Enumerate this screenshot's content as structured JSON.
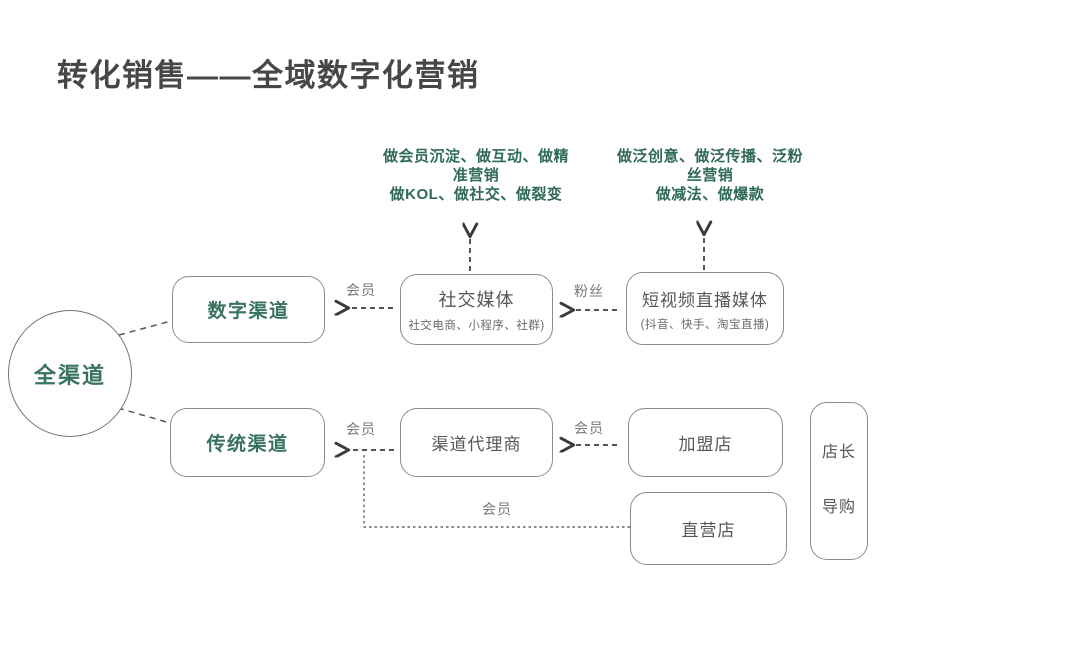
{
  "title": "转化销售——全域数字化营销",
  "annotations": {
    "left": {
      "lines": [
        "做会员沉淀、做互动、做精",
        "准营销",
        "做KOL、做社交、做裂变"
      ]
    },
    "right": {
      "lines": [
        "做泛创意、做泛传播、泛粉",
        "丝营销",
        "做减法、做爆款"
      ]
    }
  },
  "nodes": {
    "omni": {
      "label": "全渠道"
    },
    "digital": {
      "label": "数字渠道"
    },
    "traditional": {
      "label": "传统渠道"
    },
    "social": {
      "label": "社交媒体",
      "sublabel": "社交电商、小程序、社群)"
    },
    "shortvideo": {
      "label": "短视频直播媒体",
      "sublabel": "(抖音、快手、淘宝直播)"
    },
    "agent": {
      "label": "渠道代理商"
    },
    "franchise": {
      "label": "加盟店"
    },
    "direct": {
      "label": "直营店"
    },
    "staff": {
      "line1": "店长",
      "line2": "导购"
    }
  },
  "edge_labels": {
    "social_to_digital": "会员",
    "shortvideo_to_social": "粉丝",
    "agent_to_traditional": "会员",
    "franchise_to_agent": "会员",
    "direct_to_traditional": "会员"
  },
  "colors": {
    "title": "#47474a",
    "annotation_green": "#2f6b54",
    "node_green": "#37735e",
    "box_border": "#8c8c8c",
    "box_text": "#575757",
    "edge_label": "#787878",
    "arrow_line": "#3a3a3a"
  }
}
